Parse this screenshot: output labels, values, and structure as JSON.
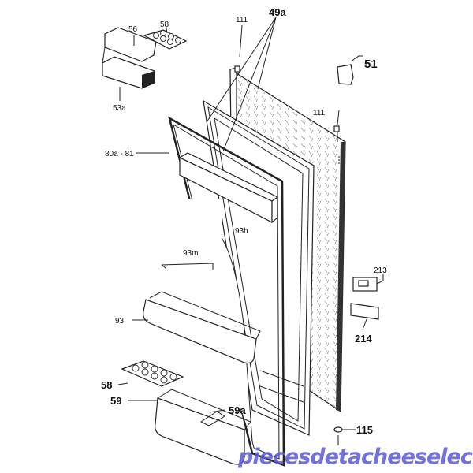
{
  "labels": {
    "p111_top": "111",
    "p49a": "49a",
    "p56": "56",
    "p58_top": "58",
    "p53a": "53a",
    "p51": "51",
    "p111_right": "111",
    "p80a_81": "80a - 81",
    "p93h": "93h",
    "p93m": "93m",
    "p213": "213",
    "p93": "93",
    "p214": "214",
    "p58_bottom": "58",
    "p59": "59",
    "p59a": "59a",
    "p115": "115"
  },
  "watermark": "piecesdetacheeselec.com",
  "colors": {
    "watermark": "#5a5ad8",
    "lines": "#222222"
  }
}
